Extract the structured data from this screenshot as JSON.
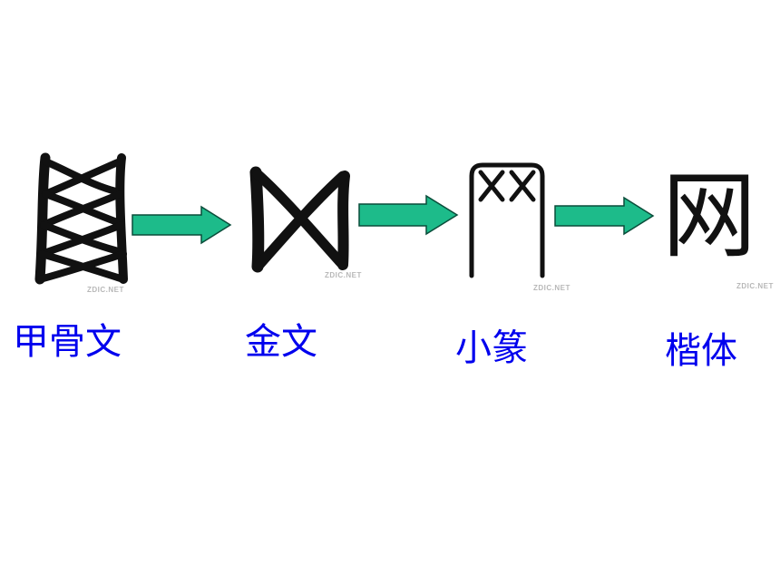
{
  "stages": [
    {
      "id": "oracle",
      "label": "甲骨文",
      "watermark": "ZDIC.NET"
    },
    {
      "id": "bronze",
      "label": "金文",
      "watermark": "ZDIC.NET"
    },
    {
      "id": "small-seal",
      "label": "小篆",
      "watermark": "ZDIC.NET"
    },
    {
      "id": "regular",
      "label": "楷体",
      "watermark": "ZDIC.NET"
    }
  ],
  "regular_glyph": "网",
  "colors": {
    "label": "#0000ee",
    "arrow_fill": "#1dbb8a",
    "arrow_stroke": "#0a4d3a",
    "glyph": "#111111",
    "watermark": "#b8b8b8"
  },
  "icons": {
    "arrow": "right-arrow-icon"
  }
}
